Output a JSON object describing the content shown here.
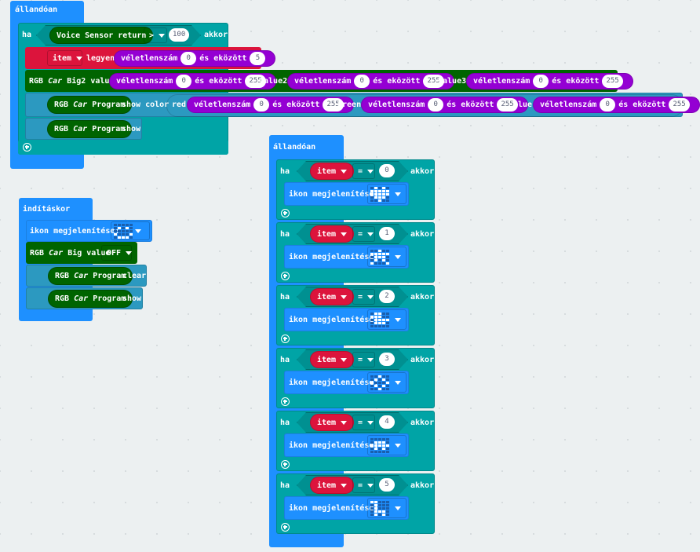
{
  "forever1": {
    "hat": "állandóan",
    "if_label": "ha",
    "then_label": "akkor",
    "sensor": "Voice Sensor return",
    "op": ">",
    "threshold": "100",
    "set": {
      "var": "item",
      "verb": "legyen",
      "random": "véletlenszám",
      "from": "0",
      "between": "és eközött",
      "to": "5"
    },
    "big2": {
      "prefix": "RGB",
      "car": "Car",
      "name": "Big2",
      "value1": "value1",
      "value2": "value2",
      "value3": "value3",
      "random": "véletlenszám",
      "between": "és eközött",
      "v1_from": "0",
      "v1_to": "255",
      "v2_from": "0",
      "v2_to": "255",
      "v3_from": "0",
      "v3_to": "255"
    },
    "showcolor": {
      "prefix": "RGB",
      "car": "Car",
      "program": "Program",
      "action": "show color",
      "red": "red",
      "green": "green",
      "blue": "blue",
      "random": "véletlenszám",
      "between": "és eközött",
      "r_from": "0",
      "r_to": "255",
      "g_from": "0",
      "g_to": "255",
      "b_from": "0",
      "b_to": "255"
    },
    "show": {
      "prefix": "RGB",
      "car": "Car",
      "program": "Program",
      "action": "show"
    }
  },
  "onstart": {
    "hat": "indításkor",
    "show_icon": "ikon megjelenítése:",
    "icon": "happy-face",
    "big": {
      "prefix": "RGB",
      "car": "Car",
      "name": "Big value",
      "state": "OFF"
    },
    "clear": {
      "prefix": "RGB",
      "car": "Car",
      "program": "Program",
      "action": "clear"
    },
    "show": {
      "prefix": "RGB",
      "car": "Car",
      "program": "Program",
      "action": "show"
    }
  },
  "forever2": {
    "hat": "állandóan",
    "if_label": "ha",
    "then_label": "akkor",
    "var": "item",
    "op": "=",
    "show_icon": "ikon megjelenítése:",
    "cases": [
      {
        "value": "0",
        "icon": "heart"
      },
      {
        "value": "1",
        "icon": "star"
      },
      {
        "value": "2",
        "icon": "duck"
      },
      {
        "value": "3",
        "icon": "diamond"
      },
      {
        "value": "4",
        "icon": "tortoise"
      },
      {
        "value": "5",
        "icon": "giraffe"
      }
    ]
  },
  "led_patterns": {
    "happy-face": [
      "00000",
      "01010",
      "00000",
      "10001",
      "01110"
    ],
    "heart": [
      "01010",
      "11111",
      "11111",
      "01110",
      "00100"
    ],
    "star": [
      "00100",
      "11111",
      "01110",
      "01010",
      "10001"
    ],
    "duck": [
      "01100",
      "11100",
      "01111",
      "01110",
      "00000"
    ],
    "diamond": [
      "00100",
      "01010",
      "10001",
      "01010",
      "00100"
    ],
    "tortoise": [
      "00000",
      "01110",
      "11111",
      "01010",
      "00000"
    ],
    "giraffe": [
      "11000",
      "01000",
      "01000",
      "01110",
      "01010"
    ]
  }
}
